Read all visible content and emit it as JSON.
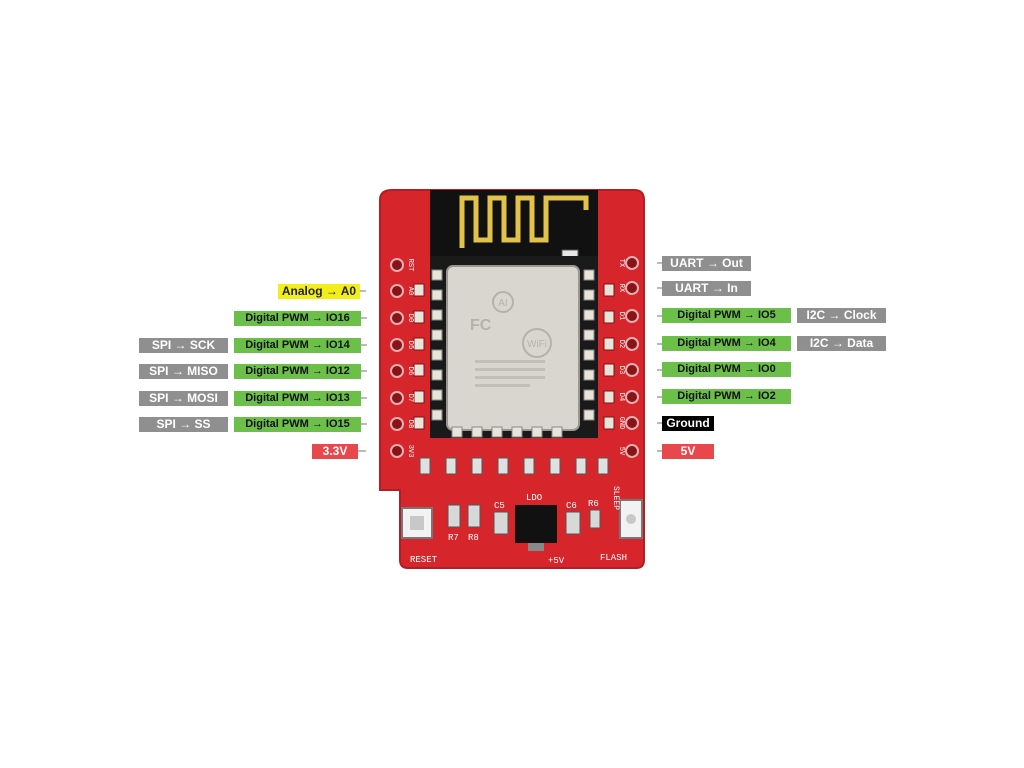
{
  "left_labels": {
    "analog_a0": "Analog → A0",
    "io16": "Digital PWM → IO16",
    "io14": "Digital PWM → IO14",
    "io12": "Digital PWM → IO12",
    "io13": "Digital PWM → IO13",
    "io15": "Digital PWM → IO15",
    "v33": "3.3V",
    "spi_sck": "SPI → SCK",
    "spi_miso": "SPI → MISO",
    "spi_mosi": "SPI → MOSI",
    "spi_ss": "SPI → SS"
  },
  "right_labels": {
    "uart_out": "UART → Out",
    "uart_in": "UART → In",
    "io5": "Digital PWM → IO5",
    "io4": "Digital PWM → IO4",
    "io0": "Digital PWM → IO0",
    "io2": "Digital PWM → IO2",
    "ground": "Ground",
    "v5": "5V",
    "i2c_clock": "I2C → Clock",
    "i2c_data": "I2C → Data"
  },
  "board_silkscreen": {
    "reset": "RESET",
    "flash": "FLASH",
    "ldo": "LDO",
    "plus5v": "+5V",
    "r7": "R7",
    "r8": "R8",
    "c5": "C5",
    "c6": "C6",
    "r6": "R6",
    "sleep": "SLEEP",
    "left_pins": [
      "RST",
      "A0",
      "D0",
      "D5",
      "D6",
      "D7",
      "D8",
      "3V3"
    ],
    "right_pins": [
      "TX",
      "RX",
      "D1",
      "D2",
      "D3",
      "D4",
      "GND",
      "5V"
    ]
  },
  "colors": {
    "board": "#d6262b",
    "board_dark": "#a81a1f",
    "digital_pwm": "#6cc04a",
    "bus": "#8f8f8f",
    "analog": "#f2ee1a",
    "power": "#e8474c",
    "ground": "#000000"
  }
}
